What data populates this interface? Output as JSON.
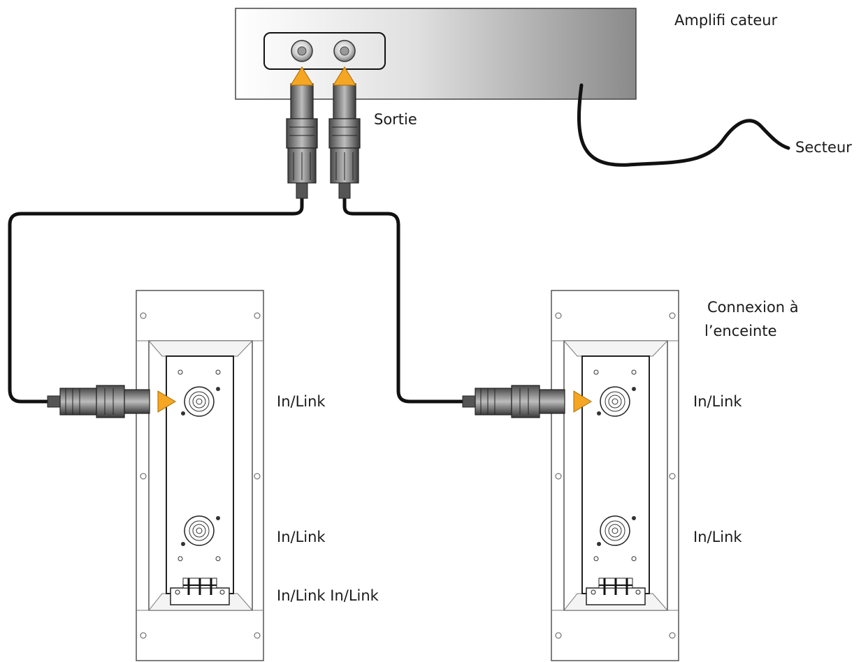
{
  "labels": {
    "amplifier": "Amplifi cateur",
    "output": "Sortie",
    "mains": "Secteur",
    "speaker_connection_line1": "Connexion à",
    "speaker_connection_line2": "l’enceinte",
    "left_in_link_top": "In/Link",
    "left_in_link_bottom": "In/Link",
    "left_in_link_pair": "In/Link In/Link",
    "right_in_link_top": "In/Link",
    "right_in_link_bottom": "In/Link"
  },
  "colors": {
    "arrow": "#f5a623",
    "cable": "#111111",
    "outline": "#555555"
  }
}
